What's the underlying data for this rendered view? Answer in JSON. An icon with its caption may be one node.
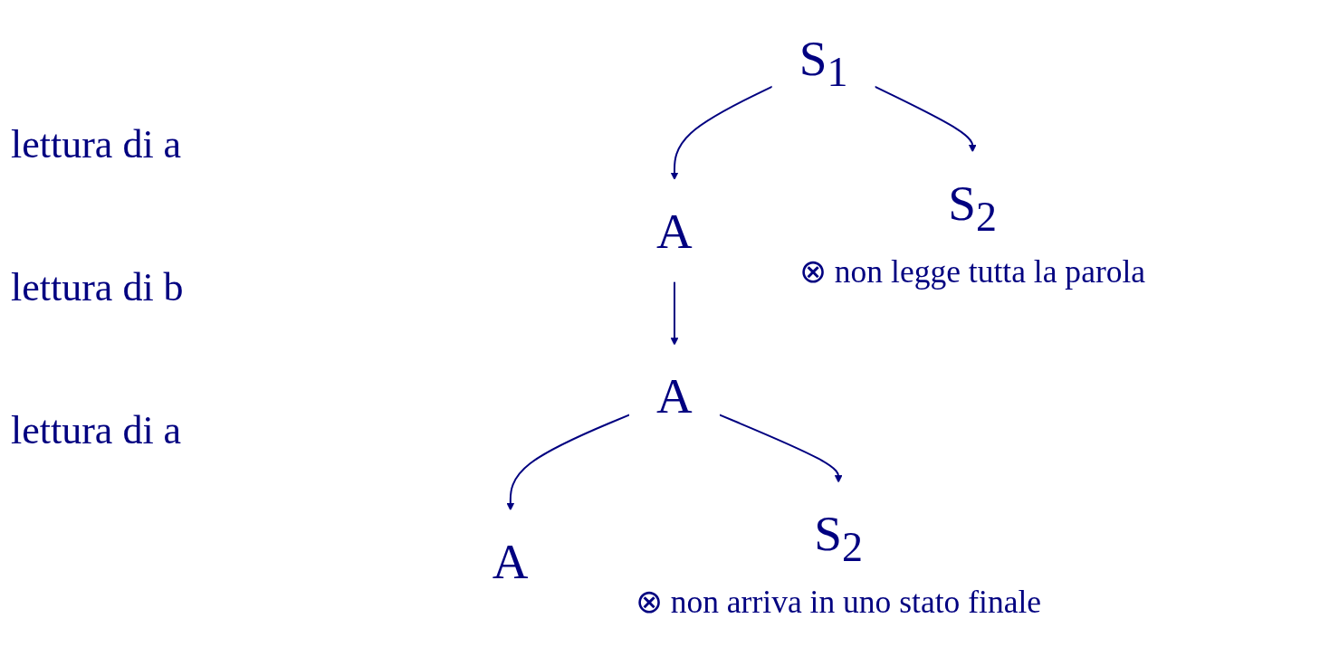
{
  "diagram": {
    "nodes": [
      {
        "text": [
          "S$_{1}$"
        ]
      },
      {
        "text": [
          "A"
        ]
      },
      {
        "text": [
          "S$_{2}$",
          "⊗ non legge tutta la parola"
        ]
      },
      {
        "text": [
          "A"
        ]
      },
      {
        "text": [
          "A"
        ]
      },
      {
        "text": [
          "S$_{2}$",
          "⊗ non arriva in uno stato finale"
        ]
      }
    ],
    "edges": [
      {
        "from": 0,
        "to": 1,
        "arrow": "to"
      },
      {
        "from": 0,
        "to": 2,
        "arrow": "to"
      },
      {
        "from": 1,
        "to": 3,
        "arrow": "to"
      },
      {
        "from": 3,
        "to": 4,
        "arrow": "to"
      },
      {
        "from": 3,
        "to": 5,
        "arrow": "to"
      }
    ],
    "labels": [
      "lettura di a",
      "lettura di b",
      "lettura di a"
    ]
  }
}
